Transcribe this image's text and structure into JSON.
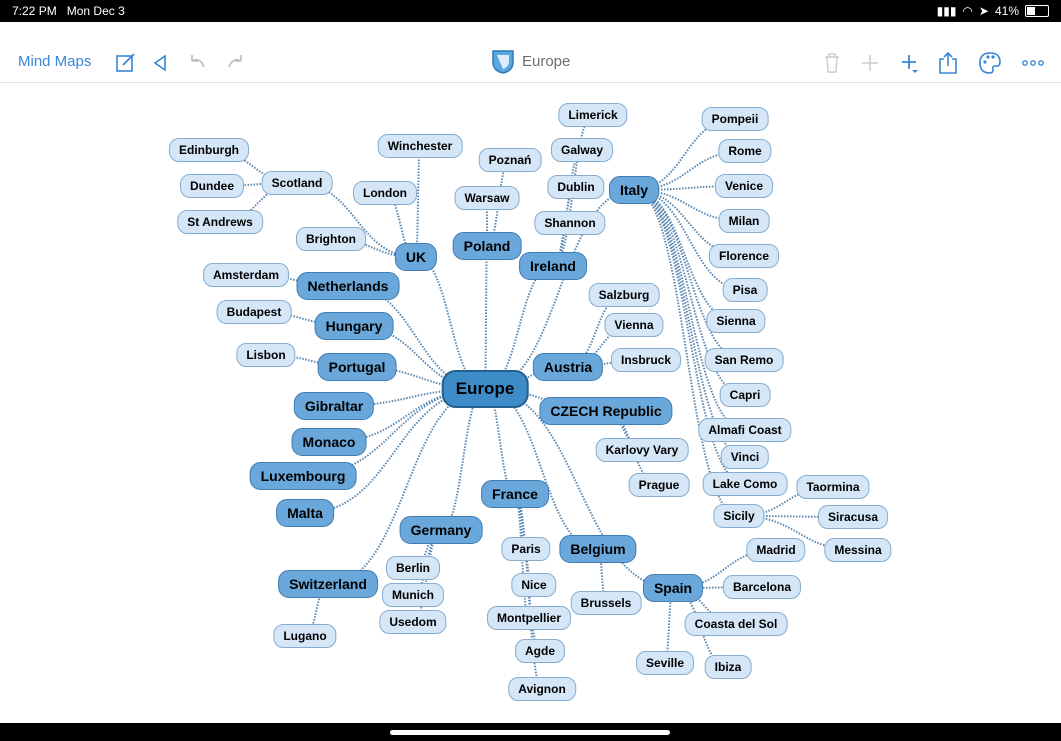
{
  "status_bar": {
    "time": "7:22 PM",
    "date": "Mon Dec 3",
    "battery": "41%"
  },
  "toolbar": {
    "back_label": "Mind Maps",
    "title": "Europe",
    "icons": [
      "compose-icon",
      "back-triangle-icon",
      "undo-icon",
      "redo-icon",
      "trash-icon",
      "plus-icon",
      "add-child-icon",
      "share-icon",
      "palette-icon",
      "more-icon"
    ]
  },
  "colors": {
    "accent": "#3a86d6",
    "node_leaf": "#d5e7f7",
    "node_main": "#6aa8db",
    "node_root": "#3e8cc7"
  },
  "map": {
    "root": "Europe",
    "branches": [
      {
        "label": "UK",
        "children": [
          "Winchester",
          "London",
          "Brighton",
          "Scotland"
        ]
      },
      {
        "label": "Scotland",
        "children": [
          "Edinburgh",
          "Dundee",
          "St Andrews"
        ]
      },
      {
        "label": "Poland",
        "children": [
          "Warsaw",
          "Poznań"
        ]
      },
      {
        "label": "Ireland",
        "children": [
          "Shannon",
          "Dublin",
          "Galway",
          "Limerick"
        ]
      },
      {
        "label": "Italy",
        "children": [
          "Pompeii",
          "Rome",
          "Venice",
          "Milan",
          "Florence",
          "Pisa",
          "Sienna",
          "San Remo",
          "Capri",
          "Almafi Coast",
          "Vinci",
          "Lake Como",
          "Sicily"
        ]
      },
      {
        "label": "Sicily",
        "children": [
          "Taormina",
          "Siracusa",
          "Messina"
        ]
      },
      {
        "label": "Netherlands",
        "children": [
          "Amsterdam"
        ]
      },
      {
        "label": "Hungary",
        "children": [
          "Budapest"
        ]
      },
      {
        "label": "Portugal",
        "children": [
          "Lisbon"
        ]
      },
      {
        "label": "Austria",
        "children": [
          "Salzburg",
          "Vienna",
          "Insbruck"
        ]
      },
      {
        "label": "CZECH Republic",
        "children": [
          "Karlovy Vary",
          "Prague"
        ]
      },
      {
        "label": "Gibraltar",
        "children": []
      },
      {
        "label": "Monaco",
        "children": []
      },
      {
        "label": "Luxembourg",
        "children": []
      },
      {
        "label": "Malta",
        "children": []
      },
      {
        "label": "Switzerland",
        "children": [
          "Lugano"
        ]
      },
      {
        "label": "Germany",
        "children": [
          "Berlin",
          "Munich",
          "Usedom"
        ]
      },
      {
        "label": "France",
        "children": [
          "Paris",
          "Nice",
          "Montpellier",
          "Agde",
          "Avignon"
        ]
      },
      {
        "label": "Belgium",
        "children": [
          "Brussels"
        ]
      },
      {
        "label": "Spain",
        "children": [
          "Madrid",
          "Barcelona",
          "Coasta del Sol",
          "Ibiza",
          "Seville"
        ]
      }
    ]
  }
}
